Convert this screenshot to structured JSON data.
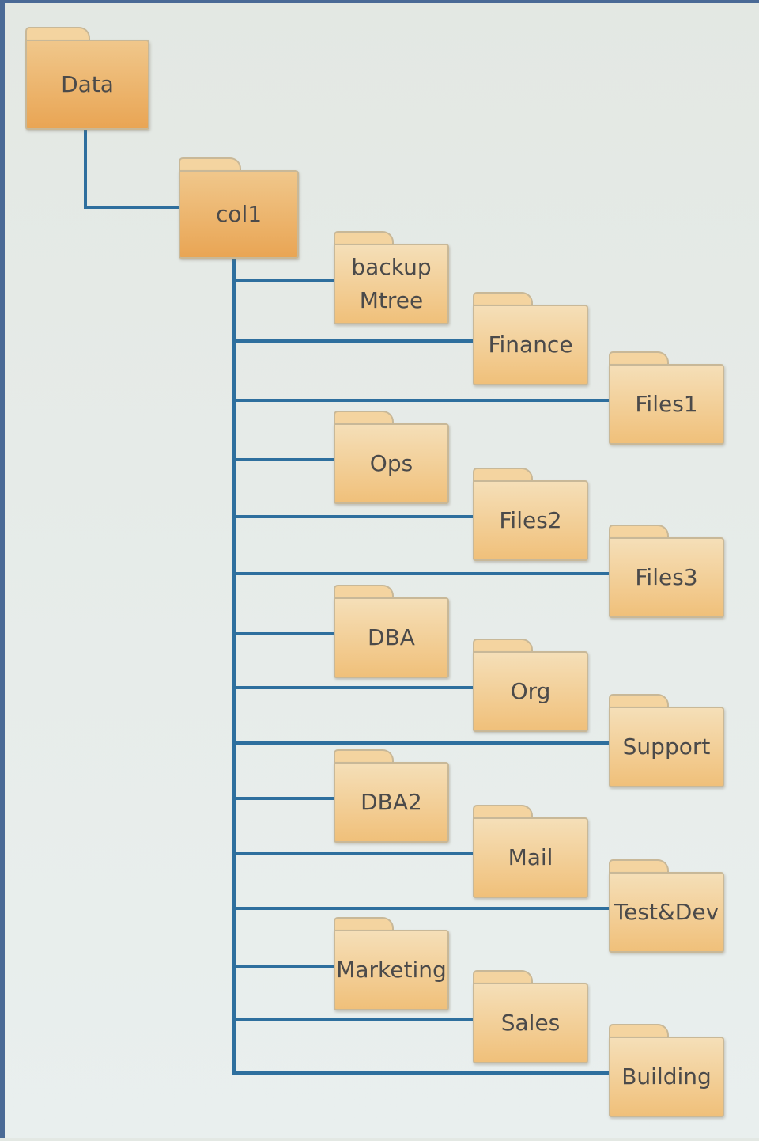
{
  "root": {
    "label": "Data"
  },
  "collection": {
    "label": "col1"
  },
  "children": [
    {
      "label": "backup\nMtree",
      "level": 1
    },
    {
      "label": "Finance",
      "level": 2
    },
    {
      "label": "Files1",
      "level": 3
    },
    {
      "label": "Ops",
      "level": 1
    },
    {
      "label": "Files2",
      "level": 2
    },
    {
      "label": "Files3",
      "level": 3
    },
    {
      "label": "DBA",
      "level": 1
    },
    {
      "label": "Org",
      "level": 2
    },
    {
      "label": "Support",
      "level": 3
    },
    {
      "label": "DBA2",
      "level": 1
    },
    {
      "label": "Mail",
      "level": 2
    },
    {
      "label": "Test&Dev",
      "level": 3
    },
    {
      "label": "Marketing",
      "level": 1
    },
    {
      "label": "Sales",
      "level": 2
    },
    {
      "label": "Building",
      "level": 3
    }
  ],
  "colors": {
    "connector": "#2e6f9e",
    "folder_light": "#f5dfb8",
    "folder_dark": "#e9a554",
    "label": "#4b4a4a"
  }
}
